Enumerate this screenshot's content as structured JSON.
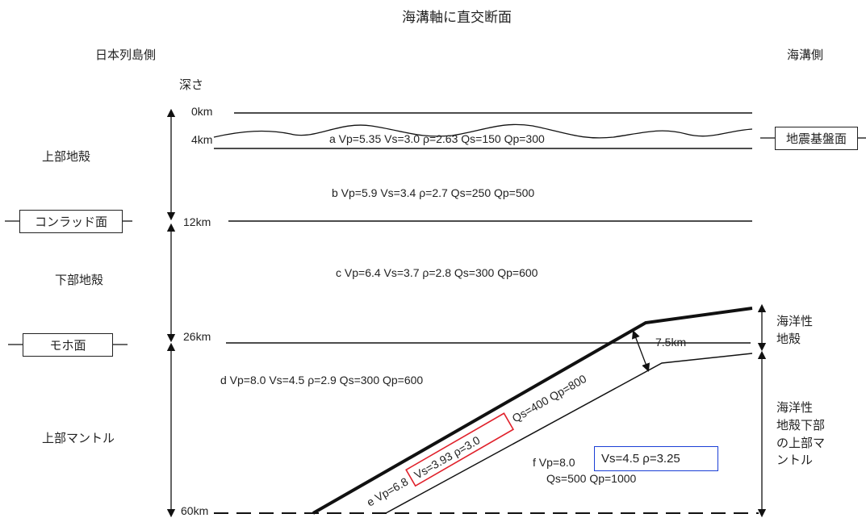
{
  "title": "海溝軸に直交断面",
  "side_left": "日本列島側",
  "side_right": "海溝側",
  "depth_header": "深さ",
  "depths": {
    "d0": "0km",
    "d4": "4km",
    "d12": "12km",
    "d26": "26km",
    "d60": "60km"
  },
  "regions": {
    "upper_crust": "上部地殻",
    "lower_crust": "下部地殻",
    "upper_mantle": "上部マントル",
    "oceanic_crust": "海洋性\n地殻",
    "oceanic_mantle": "海洋性\n地殻下部\nの上部マ\nントル"
  },
  "boundaries": {
    "seismic_basement": "地震基盤面",
    "conrad": "コンラッド面",
    "moho": "モホ面"
  },
  "thickness_label": "7.5km",
  "layers": {
    "a": "a Vp=5.35 Vs=3.0 ρ=2.63 Qs=150 Qp=300",
    "b": "b Vp=5.9 Vs=3.4 ρ=2.7 Qs=250 Qp=500",
    "c": "c Vp=6.4 Vs=3.7 ρ=2.8 Qs=300 Qp=600",
    "d": "d Vp=8.0 Vs=4.5 ρ=2.9 Qs=300 Qp=600",
    "e_part1": "e Vp=6.8",
    "e_part2": "Vs=3.93 ρ=3.0",
    "e_part3": "Qs=400 Qp=800",
    "f_part1": "f Vp=8.0",
    "f_part2": "Vs=4.5 ρ=3.25",
    "f_line2": "Qs=500 Qp=1000"
  },
  "colors": {
    "highlight_red": "#e0202a",
    "highlight_blue": "#1a3fd6"
  }
}
